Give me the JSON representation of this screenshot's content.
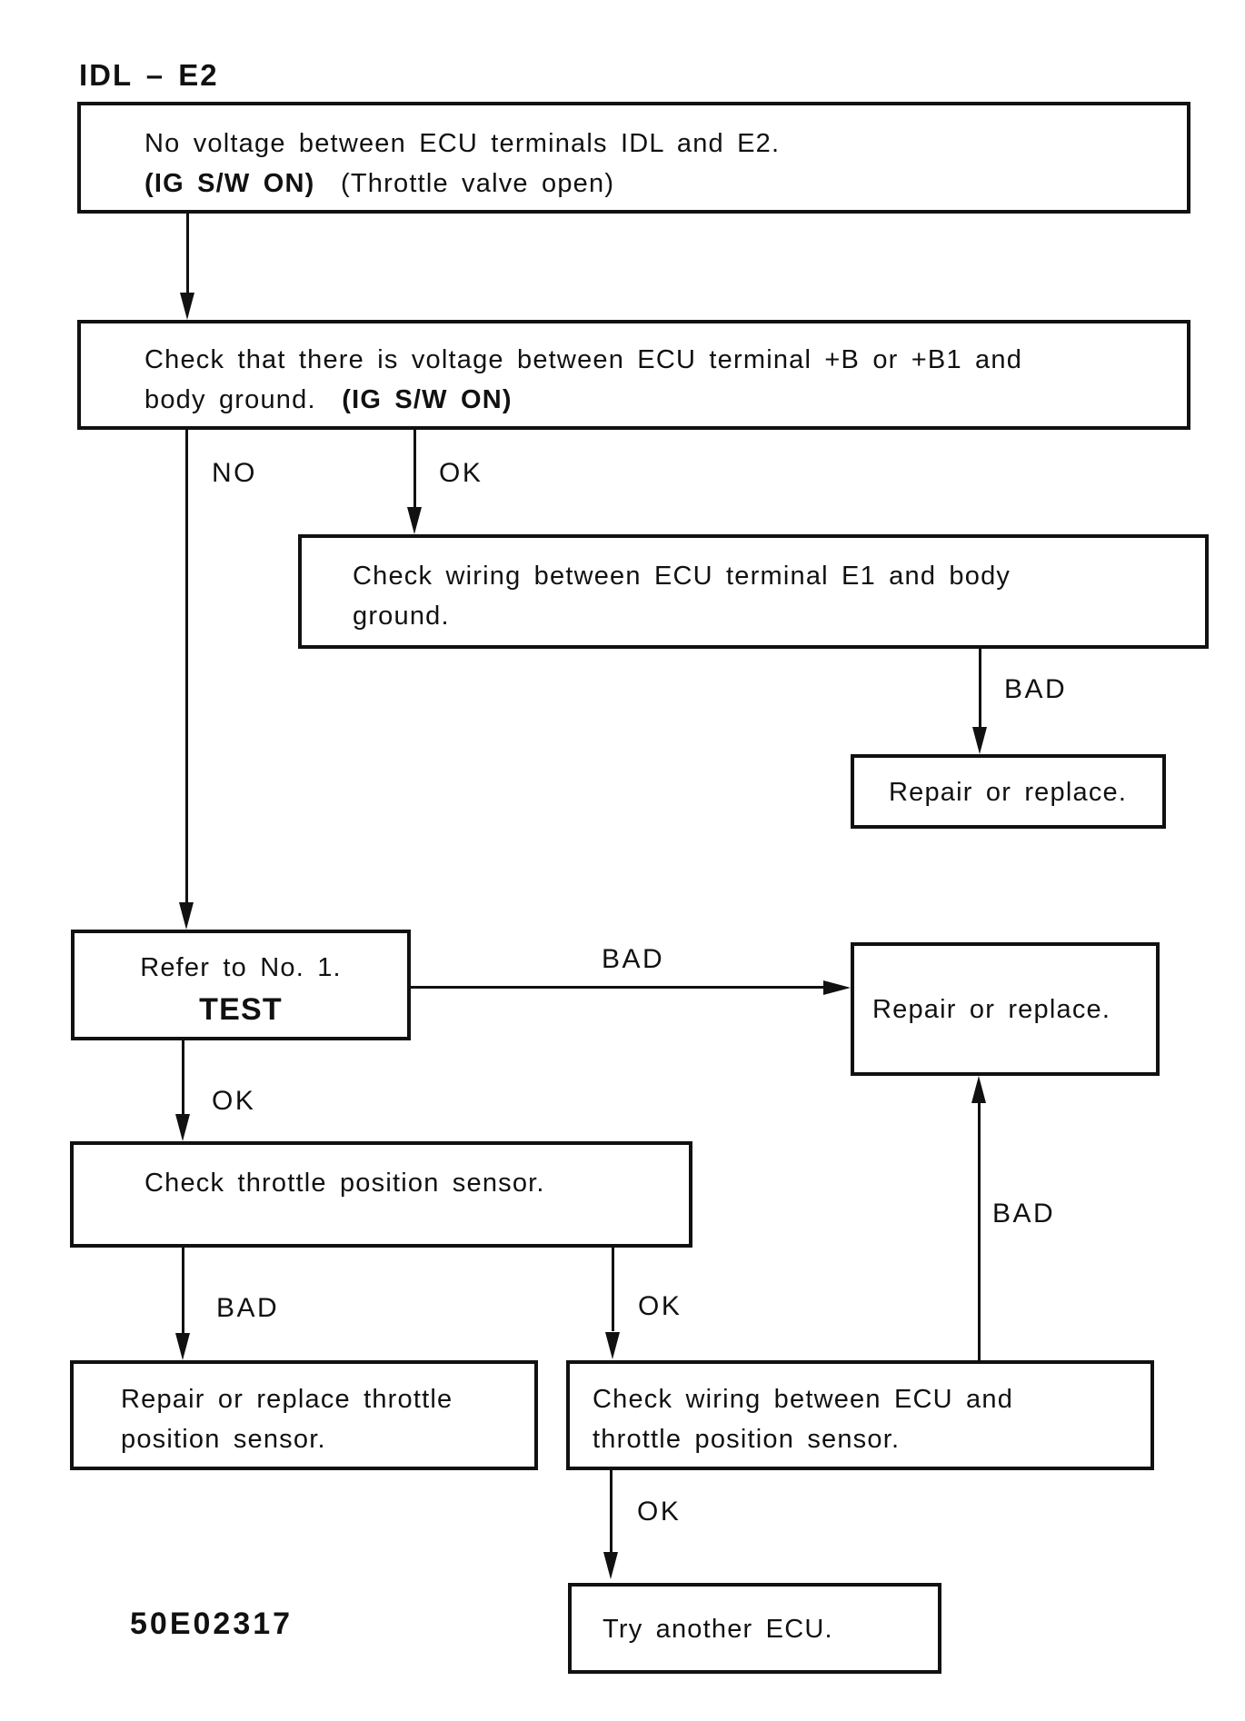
{
  "title": "IDL – E2",
  "footer_code": "50E02317",
  "colors": {
    "ink": "#111111",
    "paper": "#ffffff"
  },
  "nodes": {
    "symptom": {
      "line1": "No voltage between ECU terminals IDL and E2.",
      "line2_bold": "(IG S/W ON)",
      "line2_rest": "(Throttle valve open)"
    },
    "check_b_voltage": {
      "line1": "Check that there is voltage between ECU terminal +B or +B1 and",
      "line2_rest": "body ground.",
      "line2_bold": "(IG S/W ON)"
    },
    "check_e1_wiring": {
      "line1": "Check wiring between ECU terminal E1 and body",
      "line2": "ground."
    },
    "repair_1": {
      "text": "Repair or replace."
    },
    "refer_test": {
      "line1": "Refer to No. 1.",
      "line2": "TEST"
    },
    "repair_2": {
      "text": "Repair or replace."
    },
    "check_tps": {
      "text": "Check throttle position sensor."
    },
    "repair_tps": {
      "line1": "Repair or replace throttle",
      "line2": "position sensor."
    },
    "check_tps_wiring": {
      "line1": "Check wiring between ECU and",
      "line2": "throttle position sensor."
    },
    "try_ecu": {
      "text": "Try another ECU."
    }
  },
  "edges": {
    "b_no": "NO",
    "b_ok": "OK",
    "c_bad": "BAD",
    "d_bad": "BAD",
    "d_ok": "OK",
    "e_bad": "BAD",
    "e_ok": "OK",
    "e2_bad": "BAD",
    "e2_ok": "OK"
  }
}
